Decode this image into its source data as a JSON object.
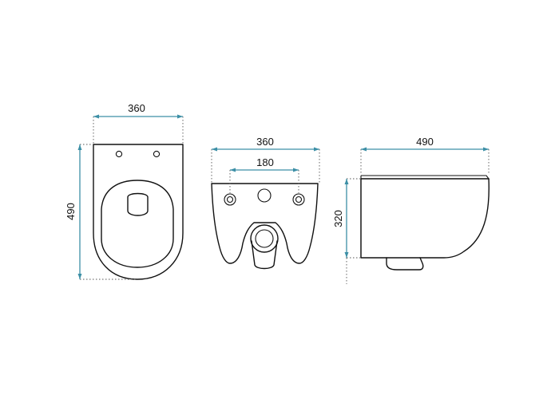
{
  "views": {
    "top": {
      "width_label": "360",
      "depth_label": "490"
    },
    "back": {
      "width_label": "360",
      "hole_spacing_label": "180"
    },
    "side": {
      "length_label": "490",
      "height_label": "320"
    }
  },
  "colors": {
    "dimension": "#3c8fa6",
    "outline": "#111111",
    "extension": "#555555"
  }
}
